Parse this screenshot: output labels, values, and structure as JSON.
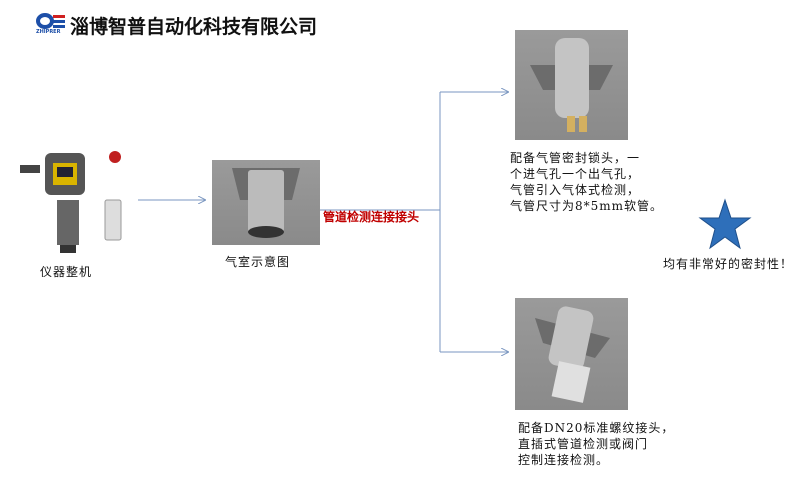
{
  "header": {
    "logo_text": "ZHIPRER",
    "company": "淄博智普自动化科技有限公司"
  },
  "device": {
    "label": "仪器整机"
  },
  "chamber": {
    "label": "气室示意图"
  },
  "connector_label": "管道检测连接接头",
  "option_top": {
    "lines": [
      "配备气管密封锁头，一",
      "个进气孔一个出气孔，",
      "气管引入气体式检测，",
      "气管尺寸为8*5mm软管。"
    ]
  },
  "option_bottom": {
    "lines": [
      "配备DN20标准螺纹接头，",
      "直插式管道检测或阀门",
      "控制连接检测。"
    ]
  },
  "note": "均有非常好的密封性！",
  "colors": {
    "arrow": "#7a96c0",
    "connector_label": "#c00000",
    "star": "#2e6fba"
  }
}
